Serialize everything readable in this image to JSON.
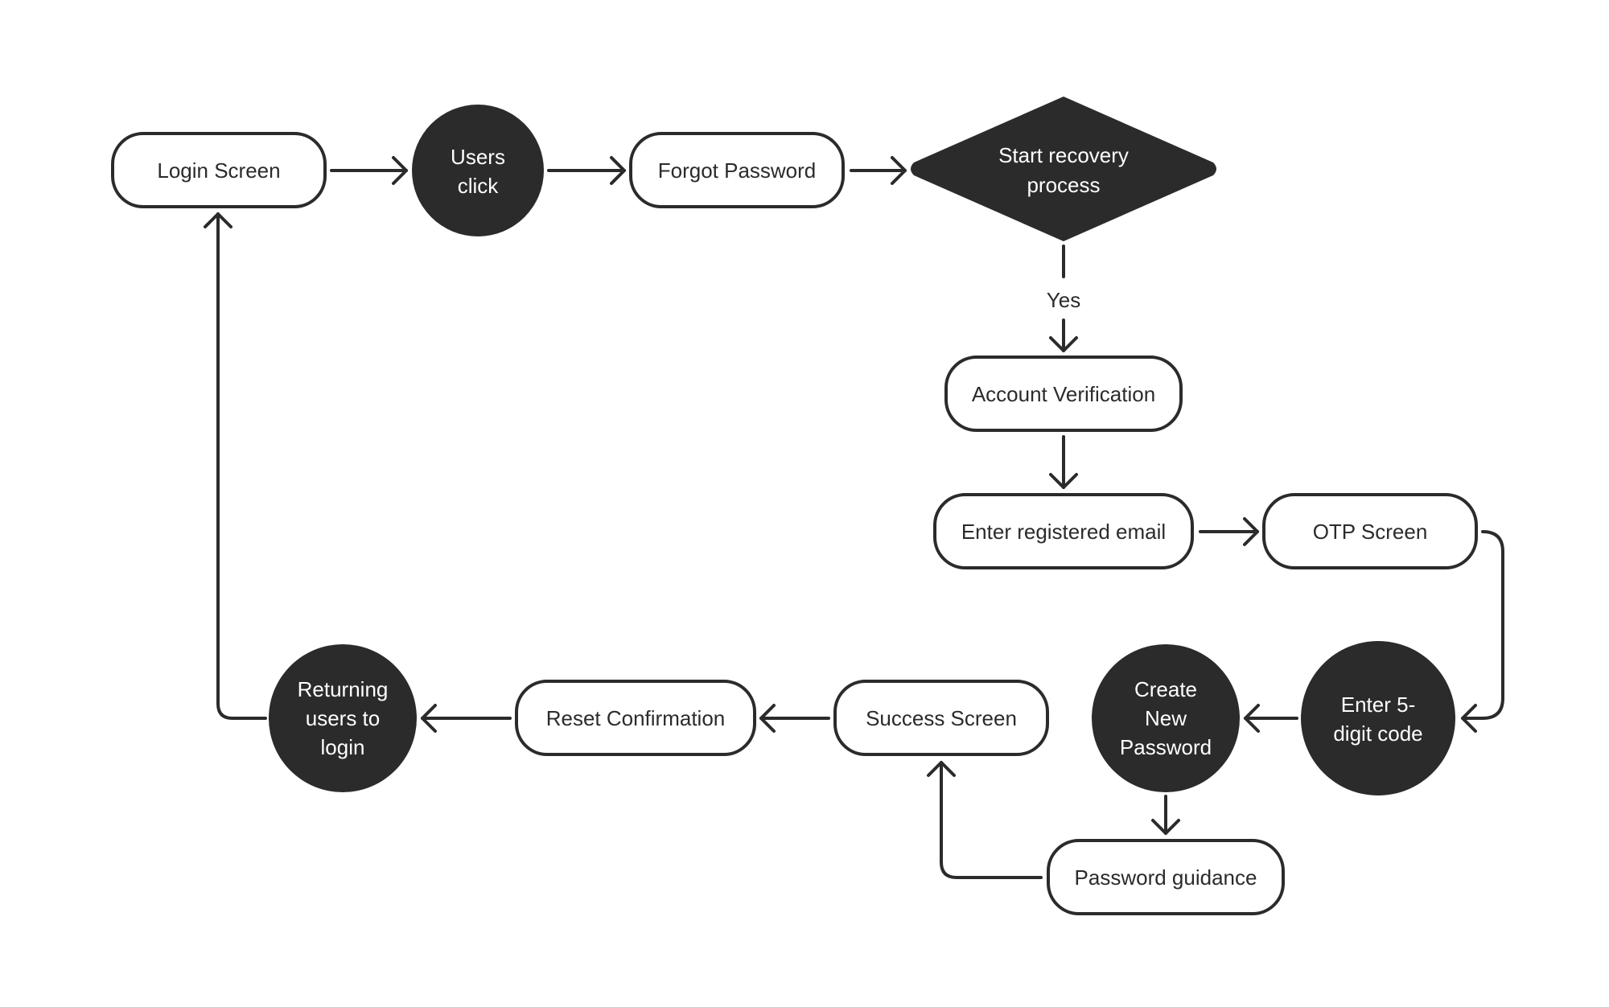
{
  "colors": {
    "background": "#ffffff",
    "stroke": "#2b2b2b",
    "dark_fill": "#2b2b2b",
    "light_fill": "#ffffff",
    "dark_text": "#2b2b2b",
    "light_text": "#ffffff"
  },
  "nodes": {
    "login_screen": {
      "lines": [
        "Login Screen"
      ]
    },
    "users_click": {
      "lines": [
        "Users",
        "click"
      ]
    },
    "forgot_password": {
      "lines": [
        "Forgot Password"
      ]
    },
    "start_recovery": {
      "lines": [
        "Start recovery",
        "process"
      ]
    },
    "account_verification": {
      "lines": [
        "Account Verification"
      ]
    },
    "enter_email": {
      "lines": [
        "Enter registered email"
      ]
    },
    "otp_screen": {
      "lines": [
        "OTP Screen"
      ]
    },
    "enter_code": {
      "lines": [
        "Enter 5-",
        "digit code"
      ]
    },
    "create_password": {
      "lines": [
        "Create",
        "New",
        "Password"
      ]
    },
    "password_guidance": {
      "lines": [
        "Password guidance"
      ]
    },
    "success_screen": {
      "lines": [
        "Success Screen"
      ]
    },
    "reset_confirmation": {
      "lines": [
        "Reset Confirmation"
      ]
    },
    "returning_users": {
      "lines": [
        "Returning",
        "users to",
        "login"
      ]
    }
  },
  "edges": {
    "yes_label": "Yes"
  }
}
